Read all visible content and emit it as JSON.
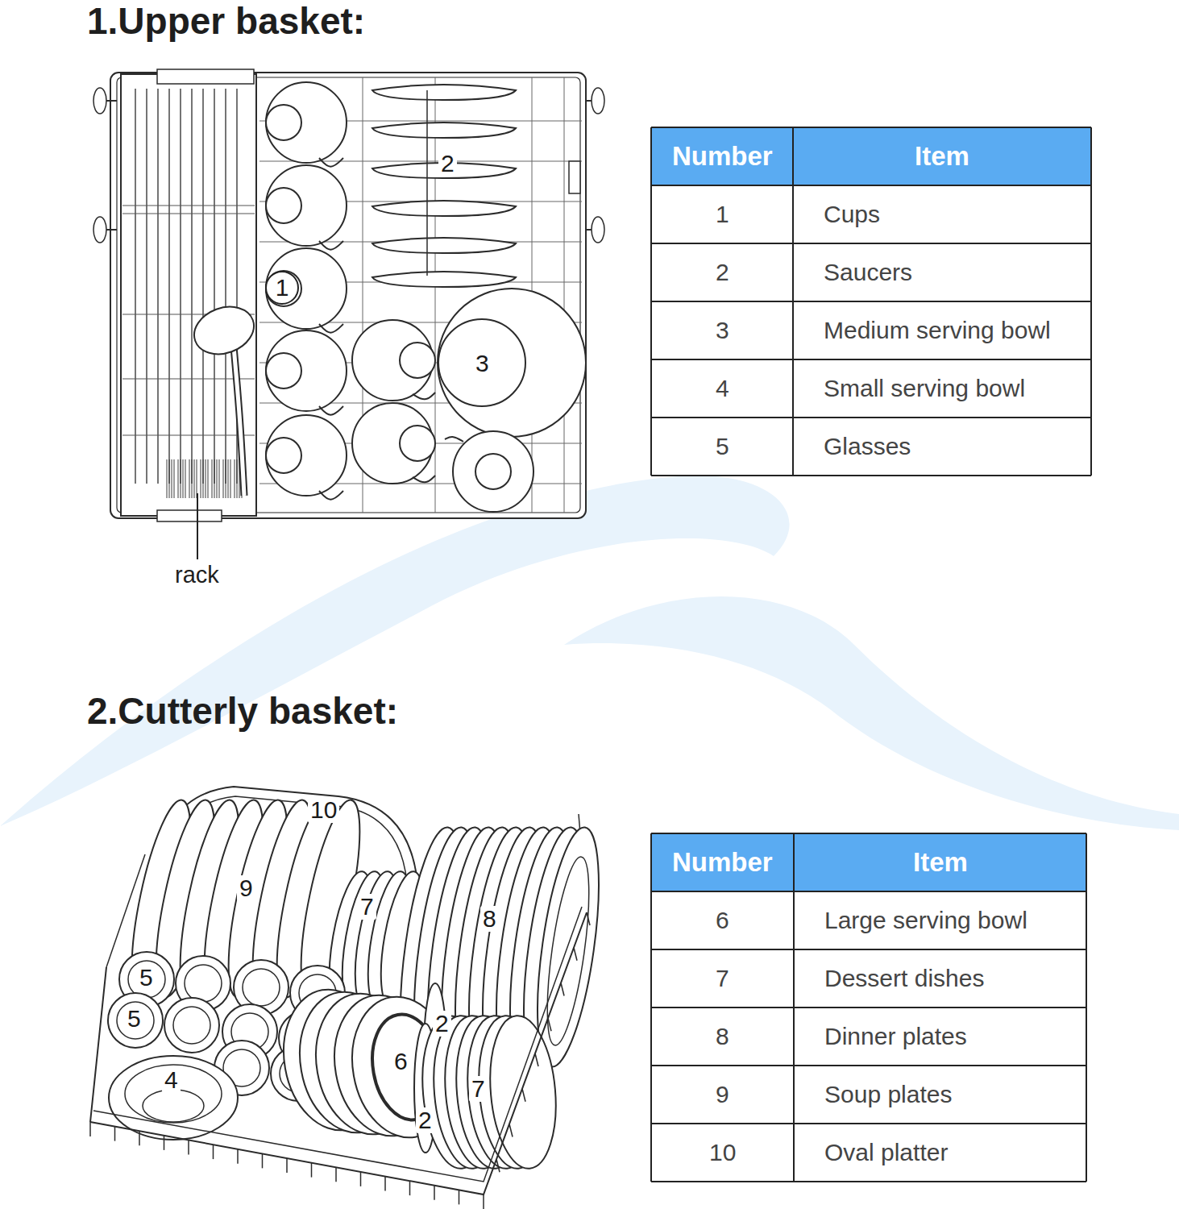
{
  "diagram": {
    "nodes": [
      {
        "text": [
          "1"
        ]
      }
    ],
    "labels": [
      "1.Upper basket:",
      "2",
      "3",
      "rack",
      "Number",
      "Item",
      "1",
      "Cups",
      "2",
      "Saucers",
      "3",
      "Medium serving bowl",
      "4",
      "Small serving bowl",
      "5",
      "Glasses",
      "2.Cutterly basket:",
      "10",
      "9",
      "7",
      "8",
      "5",
      "5",
      "2",
      "6",
      "7",
      "2",
      "4",
      "Number",
      "Item",
      "6",
      "Large serving bowl",
      "7",
      "Dessert dishes",
      "8",
      "Dinner plates",
      "9",
      "Soup plates",
      "10",
      "Oval platter"
    ]
  }
}
